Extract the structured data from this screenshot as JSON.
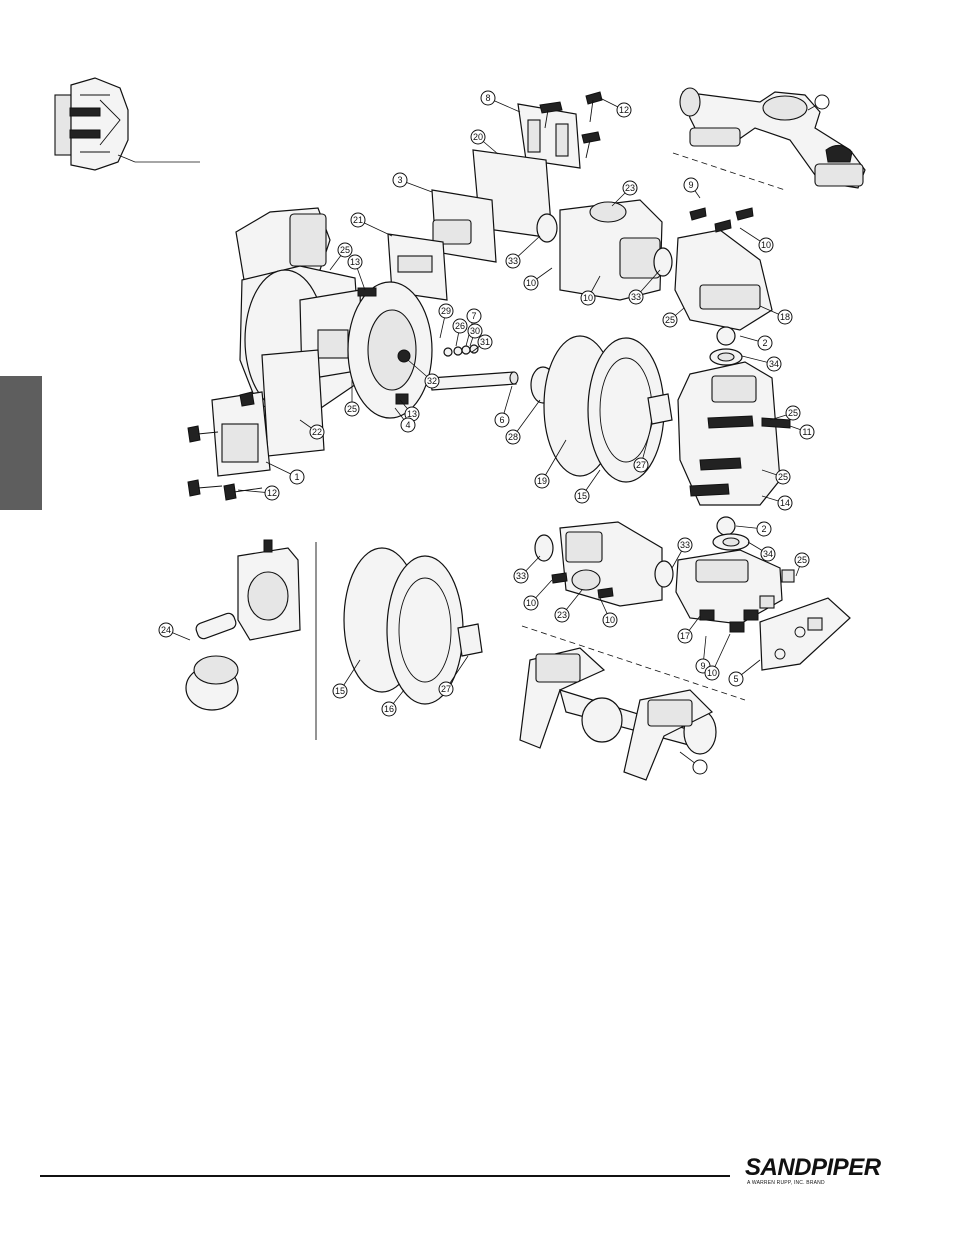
{
  "callouts": [
    {
      "label": "8"
    },
    {
      "label": "12"
    },
    {
      "label": ""
    },
    {
      "label": "20"
    },
    {
      "label": "3"
    },
    {
      "label": "23"
    },
    {
      "label": "9"
    },
    {
      "label": "10"
    },
    {
      "label": "21"
    },
    {
      "label": "25"
    },
    {
      "label": "13"
    },
    {
      "label": "33"
    },
    {
      "label": "10"
    },
    {
      "label": "10"
    },
    {
      "label": "33"
    },
    {
      "label": "25"
    },
    {
      "label": "18"
    },
    {
      "label": "29"
    },
    {
      "label": "7"
    },
    {
      "label": "26"
    },
    {
      "label": "30"
    },
    {
      "label": "31"
    },
    {
      "label": "2"
    },
    {
      "label": "34"
    },
    {
      "label": "32"
    },
    {
      "label": "25"
    },
    {
      "label": "25"
    },
    {
      "label": "13"
    },
    {
      "label": "4"
    },
    {
      "label": "6"
    },
    {
      "label": "28"
    },
    {
      "label": "11"
    },
    {
      "label": "22"
    },
    {
      "label": "27"
    },
    {
      "label": "25"
    },
    {
      "label": "1"
    },
    {
      "label": "19"
    },
    {
      "label": "15"
    },
    {
      "label": "14"
    },
    {
      "label": "12"
    },
    {
      "label": "2"
    },
    {
      "label": "34"
    },
    {
      "label": "33"
    },
    {
      "label": "33"
    },
    {
      "label": "25"
    },
    {
      "label": "24"
    },
    {
      "label": "10"
    },
    {
      "label": "23"
    },
    {
      "label": "10"
    },
    {
      "label": "17"
    },
    {
      "label": "9"
    },
    {
      "label": "10"
    },
    {
      "label": "5"
    },
    {
      "label": "15"
    },
    {
      "label": "27"
    },
    {
      "label": "16"
    },
    {
      "label": ""
    }
  ],
  "brand": {
    "name": "SANDPIPER",
    "tagline": "A WARREN RUPP, INC. BRAND"
  },
  "colors": {
    "side_tab": "#5e5e5e",
    "line": "#111111",
    "background": "#ffffff"
  }
}
